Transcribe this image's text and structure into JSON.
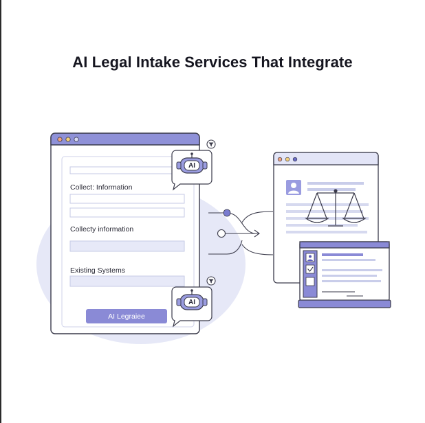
{
  "title": "AI Legal Intake Services That Integrate",
  "form": {
    "label_collect": "Collect: Information",
    "label_collecty": "Collecty information",
    "label_existing": "Existing Systems",
    "button_label": "AI Legraiee"
  },
  "badges": {
    "top_ai_label": "AI",
    "bottom_ai_label": "AI"
  },
  "icons": [
    "window-dots-icon",
    "robot-icon",
    "filter-icon",
    "user-icon",
    "scales-icon",
    "checkbox-icon"
  ],
  "colors": {
    "accent": "#8a8ad6",
    "accent_dark": "#5b5bb8",
    "blob": "#e4e6f7",
    "line": "#c9cdea"
  }
}
